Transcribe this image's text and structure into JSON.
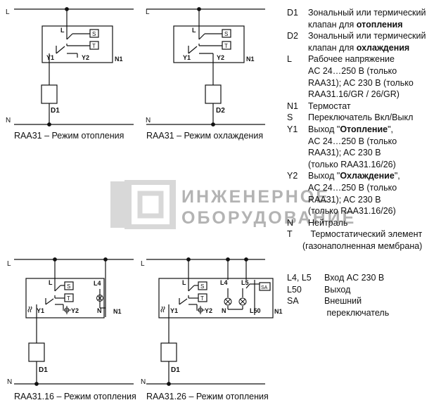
{
  "diagrams": {
    "d1": {
      "caption": "RAA31 – Режим отопления",
      "L": "L",
      "N": "N",
      "Lint": "L",
      "S": "S",
      "T": "T",
      "Y1": "Y1",
      "Y2": "Y2",
      "N1": "N1",
      "D": "D1"
    },
    "d2": {
      "caption": "RAA31 – Режим охлаждения",
      "L": "L",
      "N": "N",
      "Lint": "L",
      "S": "S",
      "T": "T",
      "Y1": "Y1",
      "Y2": "Y2",
      "N1": "N1",
      "D": "D2"
    },
    "d3": {
      "caption": "RAA31.16 – Режим отопления",
      "L": "L",
      "N": "N",
      "Lint": "L",
      "S": "S",
      "T": "T",
      "L4": "L4",
      "Y1": "Y1",
      "Y2": "Y2",
      "Nint": "N",
      "N1": "N1",
      "D": "D1"
    },
    "d4": {
      "caption": "RAA31.26 – Режим отопления",
      "L": "L",
      "N": "N",
      "Lint": "L",
      "S": "S",
      "T": "T",
      "L4": "L4",
      "L5": "L5",
      "SA": "SA",
      "Y1": "Y1",
      "Y2": "Y2",
      "Nint": "N",
      "L50": "L50",
      "N1": "N1",
      "D": "D1"
    }
  },
  "legend": [
    {
      "key": "D1",
      "line1": "Зональный или термический",
      "line2": "клапан для ",
      "bold": "отопления"
    },
    {
      "key": "D2",
      "line1": "Зональный или термический",
      "line2": "клапан для ",
      "bold": "охлаждения"
    },
    {
      "key": "L",
      "lines": [
        "Рабочее напряжение",
        "AC 24…250 В (только",
        "RAA31); AC 230 В (только",
        "RAA31.16/GR / 26/GR)"
      ]
    },
    {
      "key": "N1",
      "lines": [
        "Термостат"
      ]
    },
    {
      "key": "S",
      "lines": [
        "Переключатель Вкл/Выкл"
      ]
    },
    {
      "key": "Y1",
      "prefix": "Выход \"",
      "bold": "Отопление",
      "suffix": "\",",
      "lines": [
        "AC 24…250 В (только",
        "RAA31); AC 230 В",
        "(только RAA31.16/26)"
      ]
    },
    {
      "key": "Y2",
      "prefix": "Выход \"",
      "bold": "Охлаждение",
      "suffix": "\",",
      "lines": [
        "AC 24…250 В (только",
        "RAA31); AC 230 В",
        "(только RAA31.16/26)"
      ]
    },
    {
      "key": "N",
      "lines": [
        "Нейтраль"
      ]
    },
    {
      "key": "T",
      "lines": [
        " Термостатический элемент",
        "(газонаполненная мембрана)"
      ]
    }
  ],
  "legend2": [
    {
      "key": "L4, L5",
      "lines": [
        "Вход AC 230 В"
      ]
    },
    {
      "key": "L50",
      "lines": [
        "Выход"
      ]
    },
    {
      "key": "SA",
      "lines": [
        "Внешний",
        " переключатель"
      ]
    }
  ],
  "watermark": {
    "line1": "ИНЖЕНЕРНОЕ",
    "line2": "ОБОРУДОВАНИЕ"
  }
}
